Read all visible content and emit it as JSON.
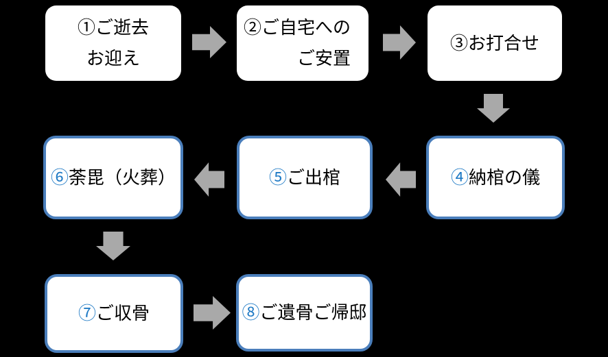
{
  "colors": {
    "background": "#000000",
    "box_fill": "#ffffff",
    "box_outline_blue": "#4a7ebb",
    "step_number_blue": "#1f7ac5",
    "arrow_gray": "#a9a9a9",
    "text_black": "#000000"
  },
  "steps": [
    {
      "number": "①",
      "lines": [
        "ご逝去",
        "お迎え"
      ],
      "outlined": false
    },
    {
      "number": "②",
      "lines": [
        "ご自宅への",
        "ご安置"
      ],
      "outlined": false
    },
    {
      "number": "③",
      "lines": [
        "お打合せ"
      ],
      "outlined": false
    },
    {
      "number": "④",
      "lines": [
        "納棺の儀"
      ],
      "outlined": true
    },
    {
      "number": "⑤",
      "lines": [
        "ご出棺"
      ],
      "outlined": true
    },
    {
      "number": "⑥",
      "lines": [
        "荼毘（火葬）"
      ],
      "outlined": true
    },
    {
      "number": "⑦",
      "lines": [
        "ご収骨"
      ],
      "outlined": true
    },
    {
      "number": "⑧",
      "lines": [
        "ご遺骨ご帰邸"
      ],
      "outlined": true
    }
  ],
  "arrows": [
    {
      "name": "arrow-step1-to-step2",
      "direction": "right"
    },
    {
      "name": "arrow-step2-to-step3",
      "direction": "right"
    },
    {
      "name": "arrow-step3-to-step4",
      "direction": "down"
    },
    {
      "name": "arrow-step4-to-step5",
      "direction": "left"
    },
    {
      "name": "arrow-step5-to-step6",
      "direction": "left"
    },
    {
      "name": "arrow-step6-to-step7",
      "direction": "down"
    },
    {
      "name": "arrow-step7-to-step8",
      "direction": "right"
    }
  ]
}
